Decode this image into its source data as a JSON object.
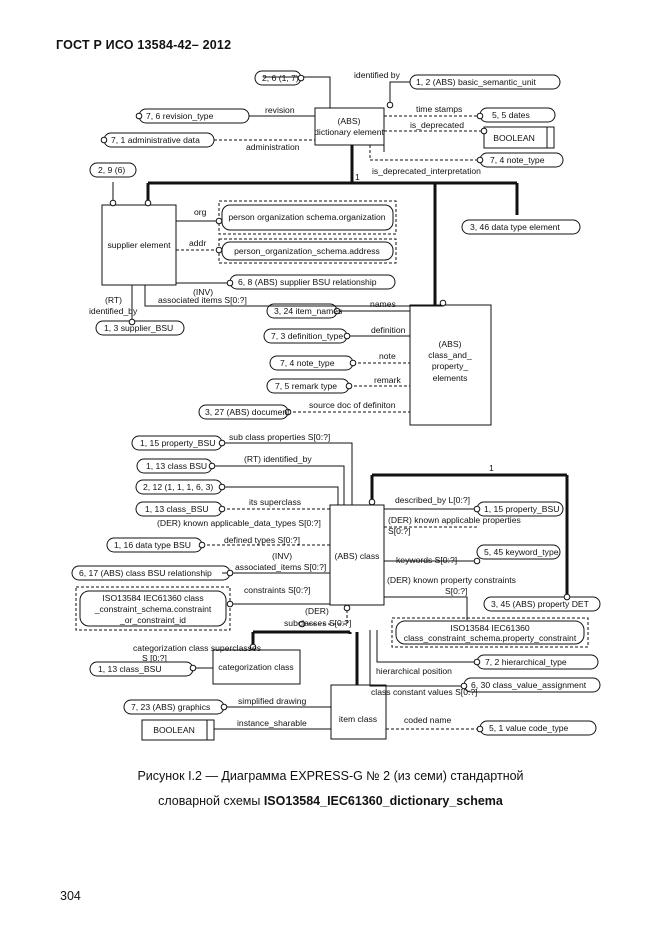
{
  "header": "ГОСТ Р ИСО 13584-42– 2012",
  "caption": {
    "line1": "Рисунок I.2 — Диаграмма EXPRESS-G № 2 (из семи) стандартной",
    "line2_prefix": "словарной схемы ",
    "line2_bold": "ISO13584_IEC61360_dictionary_schema"
  },
  "page_number": "304",
  "diagram": {
    "refs": {
      "r1": "2, 6 (1, 7)",
      "r2": "1, 2 (ABS) basic_semantic_unit",
      "r3": "7, 6 revision_type",
      "r4": "5, 5 dates",
      "r5": "7, 1  administrative  data",
      "r6": "7, 4 note_type",
      "r7": "2, 9 (6)",
      "r8": "3, 46 data  type  element",
      "r9": "6, 8 (ABS) supplier BSU  relationship",
      "r10": "1, 3 supplier_BSU",
      "r11": "3, 24 item_names",
      "r12": "7, 3 definition_type",
      "r13": "7, 4 note_type",
      "r14": "7, 5 remark  type",
      "r15": "3, 27 (ABS) document",
      "r16": "1, 15 property_BSU",
      "r17": "1, 13 class  BSU",
      "r18": "2, 12 (1, 1, 1, 6, 3)",
      "r19": "1, 13 class_BSU",
      "r20": "1, 15 property_BSU",
      "r21": "1, 16 data type  BSU",
      "r22": "5, 45 keyword_type",
      "r23": "6, 17 (ABS) class  BSU  relationship",
      "r24": "3, 45 (ABS) property  DET",
      "r25": "1, 13 class_BSU",
      "r26": "7, 2 hierarchical_type",
      "r27": "6, 30 class_value_assignment",
      "r28": "7, 23 (ABS) graphics",
      "r29": "5, 1 value  code_type"
    },
    "boxes": {
      "dictionary_element": [
        "(ABS)",
        "dictionary  element"
      ],
      "boolean1": "BOOLEAN",
      "supplier_element": "supplier  element",
      "org_type": "person  organization  schema.organization",
      "addr_type": "person_organization_schema.address",
      "class_and_property": [
        "(ABS)",
        "class_and_",
        "property_",
        "elements"
      ],
      "abs_class": "(ABS) class",
      "iso_constraint": [
        "ISO13584  IEC61360  class",
        "_constraint_schema.constraint",
        "_or_constraint_id"
      ],
      "iso_property_constraint": [
        "ISO13584  IEC61360",
        "class_constraint_schema.property_constraint"
      ],
      "categorization_class": "categorization  class",
      "item_class": "item  class",
      "boolean2": "BOOLEAN"
    },
    "labels": {
      "identified_by": "identified  by",
      "revision": "revision",
      "time_stamps": "time  stamps",
      "is_deprecated": "is_deprecated",
      "administration": "administration",
      "is_deprecated_interpretation": "is_deprecated_interpretation",
      "card_1a": "1",
      "org": "org",
      "addr": "addr",
      "inv": "(INV)",
      "associated_items": "associated  items  S[0:?]",
      "rt": "(RT)",
      "identified_by2": "identified_by",
      "names": "names",
      "definition": "definition",
      "note": "note",
      "remark": "remark",
      "source_doc": "source  doc  of  definiton",
      "sub_class_properties": "sub  class  properties  S[0:?]",
      "rt_identified_by": "(RT)  identified_by",
      "its_superclass": "its  superclass",
      "der_known_data_types": "(DER)  known  applicable_data_types  S[0:?]",
      "defined_types": "defined  types  S[0:?]",
      "inv2": "(INV)",
      "associated_items2": "associated_items  S[0:?]",
      "constraints": "constraints  S[0:?]",
      "der2": "(DER)",
      "subclasses": "subclasses  S[0:?]",
      "card_1b": "1",
      "described_by": "described_by  L[0:?]",
      "der_known_props": "(DER)  known  applicable  properties",
      "der_known_props_card": "S[0:?]",
      "keywords": "keywords  S[0:?]",
      "der_known_constraints": "(DER) known  property  constraints",
      "der_known_constraints_card": "S[0:?]",
      "cat_superclasses": "categorization  class  superclasses",
      "cat_superclasses_card": "S [0:?]",
      "hierarchical_position": "hierarchical  position",
      "class_constant_values": "class  constant  values  S[0:?]",
      "simplified_drawing": "simplified  drawing",
      "instance_sharable": "instance_sharable",
      "coded_name": "coded  name"
    }
  }
}
